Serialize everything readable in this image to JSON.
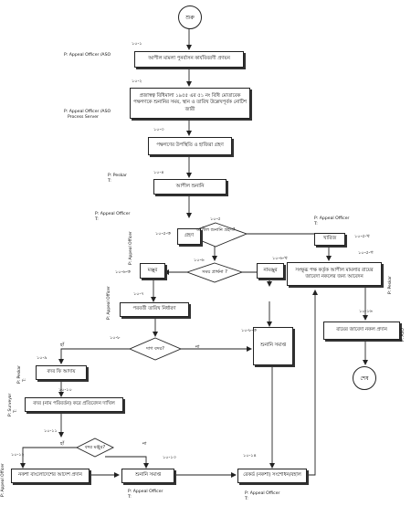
{
  "start_label": "শুরু",
  "end_label": "শেষ",
  "boxes": {
    "b1": "আপীল মামলা পুনর্বাসন কার্যবিবরণী প্রণয়ন",
    "b2": "প্রজাস্বত্ব বিধিমালা ১৯৫৫ এর ৫১ নং বিধি মোতাবেক পক্ষগণকে শুনানির সময়, স্থান ও তারিখ উল্লেখপূর্বক নোটিশ জারী",
    "b3": "পক্ষগণের উপস্থিতি ও হাজিরা গ্রহণ",
    "b4": "আপীল শুনানি",
    "b5k": "গ্রহণ",
    "b5kh": "খারিজ",
    "b5g": "সংক্ষুব্ধ পক্ষ কর্তৃক আপীল মামলার রায়ের জাবেদা নকলের জন্য আবেদন",
    "b6k": "মঞ্জুর",
    "b6kh": "নামঞ্জুর",
    "b7": "পরবর্তী তারিখ নির্ধারণ",
    "b8k": "শুনানি সমাপ্ত",
    "b9": "বদর ফি আদায়",
    "b10": "বদর (নাম পরিবর্তন) করে প্রতিবেদন দাখিল",
    "b11k": "নকশা বাংলোদেশের আদেশ প্রদান",
    "b13": "শুনানি সমাপ্ত",
    "b14": "রেকর্ড (নকশা) সংশোধন/বহাল",
    "b16": "রায়ের জাবেদা নকল প্রদান"
  },
  "decisions": {
    "d5": "আপীল শুনানি গ্রহণ?",
    "d6": "সময় প্রার্থনা ?",
    "d8": "দাগ বদর?",
    "d11": "বদর মঞ্জুর?"
  },
  "branch_labels": {
    "yes": "হাঁ",
    "no": "না"
  },
  "step_numbers": {
    "s1": "১০-১",
    "s2": "১০-২",
    "s3": "১০-৩",
    "s4": "১০-৪",
    "s5": "১০-৫",
    "s5k": "১০-৫-ক",
    "s5kh": "১০-৫-খ",
    "s5g": "১০-৫-গ",
    "s6": "১০-৬",
    "s6k": "১০-৬-ক",
    "s6kh": "১০-৬-খ",
    "s7": "১০-৭",
    "s8": "১০-৮",
    "s8k": "১০-৮-ক",
    "s9": "১০-৯",
    "s10": "১০-১০",
    "s11": "১০-১১",
    "s12": "১০-১২",
    "s13": "১০-১৩",
    "s14": "১০-১৪",
    "s16": "১০-১৬"
  },
  "roles": {
    "r1": "P: Appeal Officer /ASO",
    "r2a": "P: Appeal Officer /ASO",
    "r2b": "Process Server",
    "r3a": "P: Peskar",
    "r3b": "T:",
    "r4a": "P: Appeal Officer",
    "r4b": "T:",
    "r5a": "P: Appeal Officer",
    "r5b": "T:",
    "r6k": "P: Appeal Officer",
    "r7": "P: Appeal Officer",
    "r9a": "P: Peskar",
    "r9b": "T:",
    "r10a": "P: Surveyor",
    "r10b": "T:",
    "r12": "P: Appeal Officer",
    "r13a": "P: Appeal Officer",
    "r13b": "T:",
    "r14a": "P: Appeal Officer",
    "r14b": "T:",
    "r15": "P: Peskar",
    "r16": "P: ASO"
  },
  "colors": {
    "line": "#222222",
    "fill": "#ffffff"
  }
}
